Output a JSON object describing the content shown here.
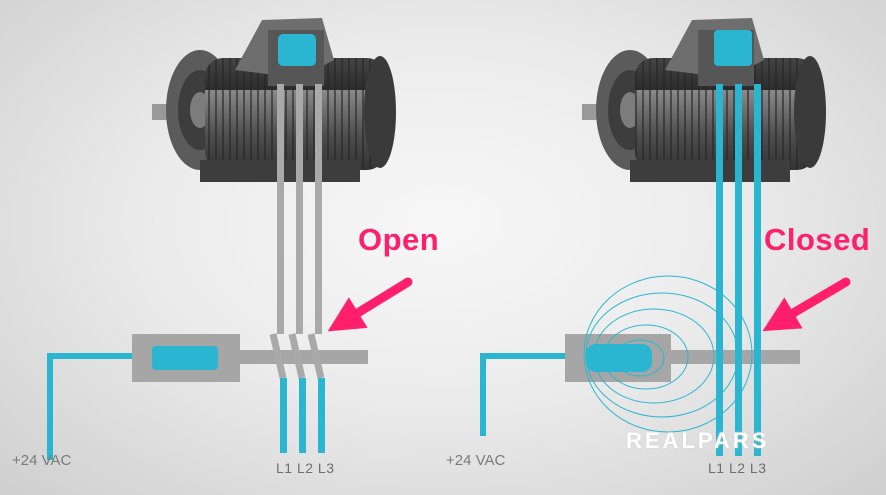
{
  "diagrams": [
    {
      "state_label": "Open",
      "supply_label": "+24 VAC",
      "phase_labels": "L1 L2 L3"
    },
    {
      "state_label": "Closed",
      "supply_label": "+24 VAC",
      "phase_labels": "L1 L2 L3"
    }
  ],
  "branding": {
    "logo_text": "REALPARS"
  },
  "colors": {
    "accent": "#2ab6d0",
    "arrow": "#ff1f6b",
    "conductor_open": "#a9a9a9",
    "motor": "#5a5a5a"
  }
}
